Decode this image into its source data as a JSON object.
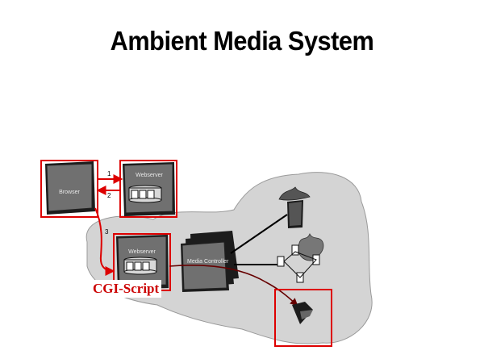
{
  "title": "Ambient Media System",
  "nodes": {
    "browser": "Browser",
    "webserver_top": "Webserver",
    "webserver_bottom": "Webserver",
    "media_controller": "Media Controller"
  },
  "edges": {
    "step1": "1",
    "step2": "2",
    "step3": "3"
  },
  "annotation": "CGI-Script",
  "colors": {
    "highlight": "#dd0000",
    "cloud": "#d4d4d4",
    "box_fill": "#666666",
    "box_dark": "#2a2a2a"
  },
  "icons": [
    "server-drum-icon",
    "fountain-icon",
    "fan-icon",
    "lamp-icon"
  ]
}
